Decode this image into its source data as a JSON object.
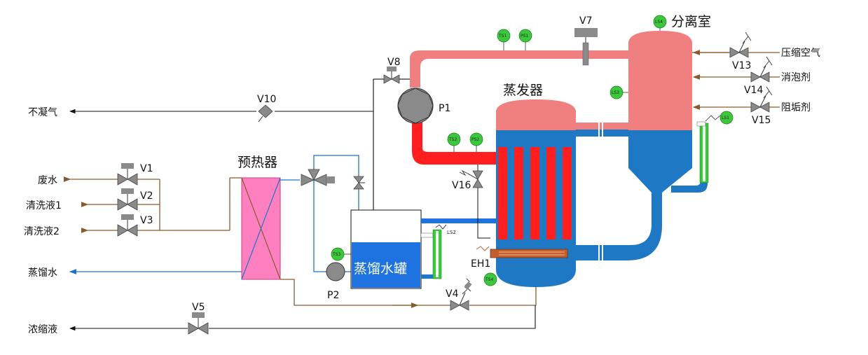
{
  "colors": {
    "brown": "#8b5a2b",
    "blue": "#1e73c8",
    "steam_pink": "#f08080",
    "steam_red": "#ff1f1f",
    "liquid_blue": "#1f78c4",
    "heater_pink": "#ff80c0",
    "instrument_green": "#3cc83c",
    "valve_gray": "#8a8a8a"
  },
  "streams": {
    "noncondensable": "不凝气",
    "wastewater": "废水",
    "wash1": "清洗液1",
    "wash2": "清洗液2",
    "distilled_out": "蒸馏水",
    "concentrate": "浓缩液",
    "compressed_air": "压缩空气",
    "defoamer": "消泡剂",
    "antiscalant": "阻垢剂"
  },
  "equipment": {
    "preheater": "预热器",
    "evaporator": "蒸发器",
    "separator": "分离室",
    "distilled_tank": "蒸馏水罐",
    "compressor": "P1",
    "pump": "P2",
    "electric_heater": "EH1"
  },
  "valves": {
    "v1": "V1",
    "v2": "V2",
    "v3": "V3",
    "v4": "V4",
    "v5": "V5",
    "v7": "V7",
    "v8": "V8",
    "v10": "V10",
    "v13": "V13",
    "v14": "V14",
    "v15": "V15",
    "v16": "V16"
  },
  "instruments": {
    "ts1": "TS1",
    "ps1": "PS1",
    "ts2": "TS2",
    "ps2": "PS2",
    "ts3": "TS3",
    "ts4": "TS4",
    "ls1": "LS1",
    "ls2": "LS2",
    "ls3": "LS3",
    "ls4": "LS4"
  }
}
